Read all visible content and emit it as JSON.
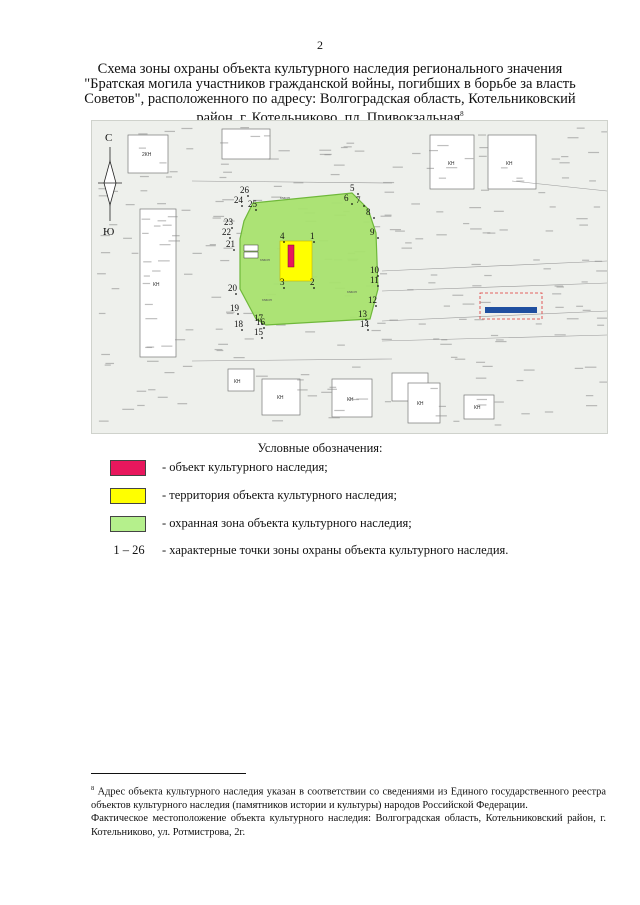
{
  "page_number": "2",
  "title": {
    "lines": [
      "Схема зоны охраны объекта культурного наследия регионального значения",
      "\"Братская могила участников гражданской войны, погибших в борьбе за власть",
      "Советов\", расположенного по адресу: Волгоградская область, Котельниковский",
      "район, г. Котельниково, пл. Привокзальная"
    ],
    "footnote_ref": "8"
  },
  "map": {
    "compass": {
      "north": "С",
      "south": "Ю"
    },
    "points": [
      "1",
      "2",
      "3",
      "4",
      "5",
      "6",
      "7",
      "8",
      "9",
      "10",
      "11",
      "12",
      "13",
      "14",
      "15",
      "16",
      "17",
      "18",
      "19",
      "20",
      "21",
      "22",
      "23",
      "24",
      "25",
      "26"
    ],
    "building_label": "КН",
    "building_label_alt": "2КН",
    "area_labels": [
      "газон",
      "газон",
      "газон",
      "газон"
    ],
    "colors": {
      "object": "#e8175d",
      "territory": "#ffff00",
      "zone": "#a8e26f",
      "zone_edge": "#6fb83a"
    }
  },
  "legend": {
    "heading": "Условные обозначения:",
    "items": [
      {
        "label": "- объект культурного наследия;",
        "color": "#e8175d"
      },
      {
        "label": "- территория объекта культурного наследия;",
        "color": "#ffff00"
      },
      {
        "label": "- охранная зона объекта культурного наследия;",
        "color": "#b5f08c"
      }
    ],
    "points_key": "1 – 26",
    "points_label": "- характерные точки зоны охраны объекта культурного наследия."
  },
  "footnote": {
    "number": "8",
    "text1": " Адрес объекта культурного наследия указан в соответствии со сведениями из Единого государственного реестра объектов культурного наследия (памятников истории и культуры) народов Российской Федерации.",
    "text2": "Фактическое местоположение объекта культурного наследия: Волгоградская область, Котельниковский район, г. Котельниково, ул. Ротмистрова, 2г."
  }
}
